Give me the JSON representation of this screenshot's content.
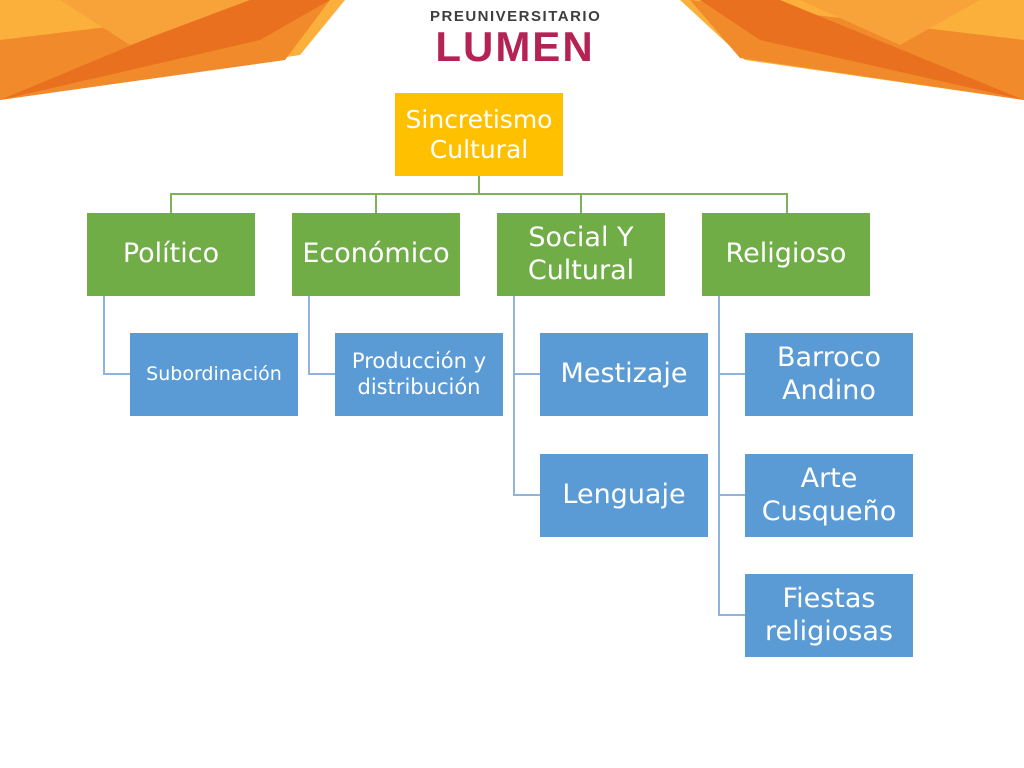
{
  "brand": {
    "logo_top": "PREUNIVERSITARIO",
    "logo_main": "LUMEN",
    "colors": {
      "orange": "#f0882a",
      "deep_orange": "#e8701e",
      "yellow": "#fbb03b",
      "maroon": "#b32455"
    }
  },
  "diagram": {
    "root": "Sincretismo Cultural",
    "branches": [
      {
        "label": "Político",
        "children": [
          "Subordinación"
        ]
      },
      {
        "label": "Económico",
        "children": [
          "Producción y distribución"
        ]
      },
      {
        "label": "Social Y Cultural",
        "children": [
          "Mestizaje",
          "Lenguaje"
        ]
      },
      {
        "label": "Religioso",
        "children": [
          "Barroco Andino",
          "Arte Cusqueño",
          "Fiestas religiosas"
        ]
      }
    ],
    "colors": {
      "root": "#ffc000",
      "branch": "#70ad47",
      "leaf": "#5b9bd5",
      "connector": "#7fb15a"
    }
  }
}
